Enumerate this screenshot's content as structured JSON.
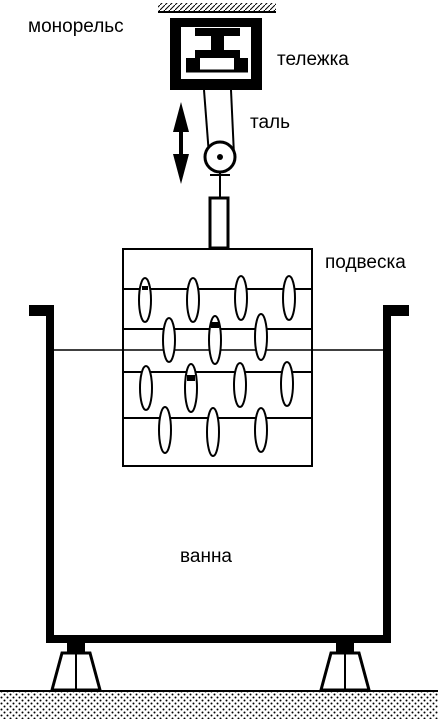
{
  "labels": {
    "monorail": "монорельс",
    "trolley": "тележка",
    "hoist": "таль",
    "rack": "подвеска",
    "bath": "ванна"
  }
}
